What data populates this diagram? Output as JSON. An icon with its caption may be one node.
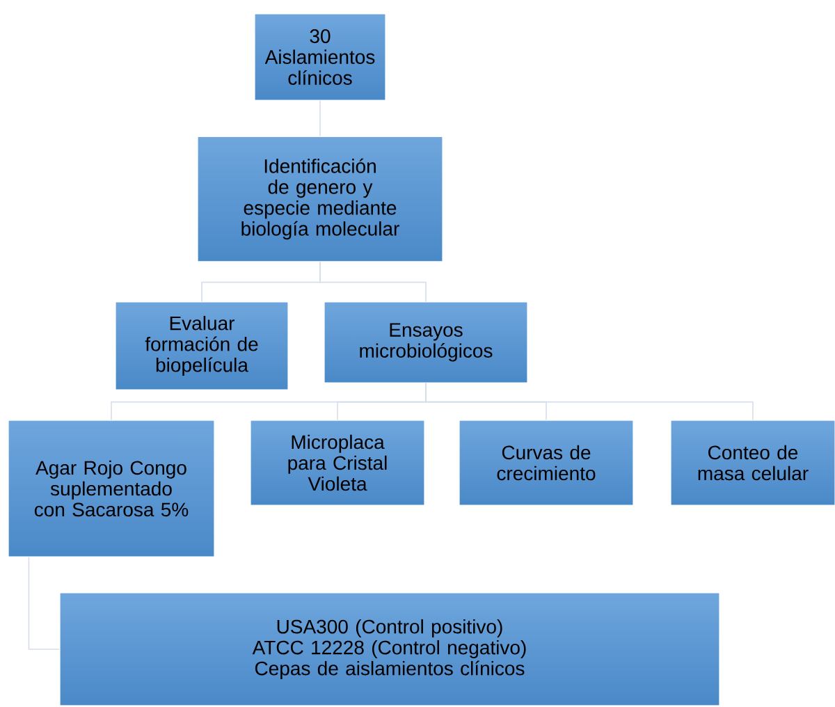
{
  "diagram": {
    "nodes": [
      {
        "text": [
          "30 Aislamientos clínicos"
        ]
      },
      {
        "text": [
          "Identificación de genero y especie mediante  biología molecular"
        ]
      },
      {
        "text": [
          "Evaluar formación de biopelícula"
        ]
      },
      {
        "text": [
          "Ensayos microbiológicos"
        ]
      },
      {
        "text": [
          "Agar Rojo Congo suplementado con Sacarosa 5%"
        ]
      },
      {
        "text": [
          "Microplaca para Cristal Violeta"
        ]
      },
      {
        "text": [
          "Curvas de crecimiento"
        ]
      },
      {
        "text": [
          "Conteo de masa celular"
        ]
      },
      {
        "text": [
          "USA300 (Control positivo) ATCC 12228 (Control negativo) Cepas de aislamientos clínicos"
        ]
      }
    ],
    "edges": [
      {
        "from": 0,
        "to": 1,
        "arrow": "none"
      },
      {
        "from": 1,
        "to": 2,
        "arrow": "none"
      },
      {
        "from": 1,
        "to": 3,
        "arrow": "none"
      },
      {
        "from": 3,
        "to": 4,
        "arrow": "none"
      },
      {
        "from": 3,
        "to": 5,
        "arrow": "none"
      },
      {
        "from": 3,
        "to": 6,
        "arrow": "none"
      },
      {
        "from": 3,
        "to": 7,
        "arrow": "none"
      },
      {
        "from": 4,
        "to": 8,
        "arrow": "none"
      }
    ]
  }
}
